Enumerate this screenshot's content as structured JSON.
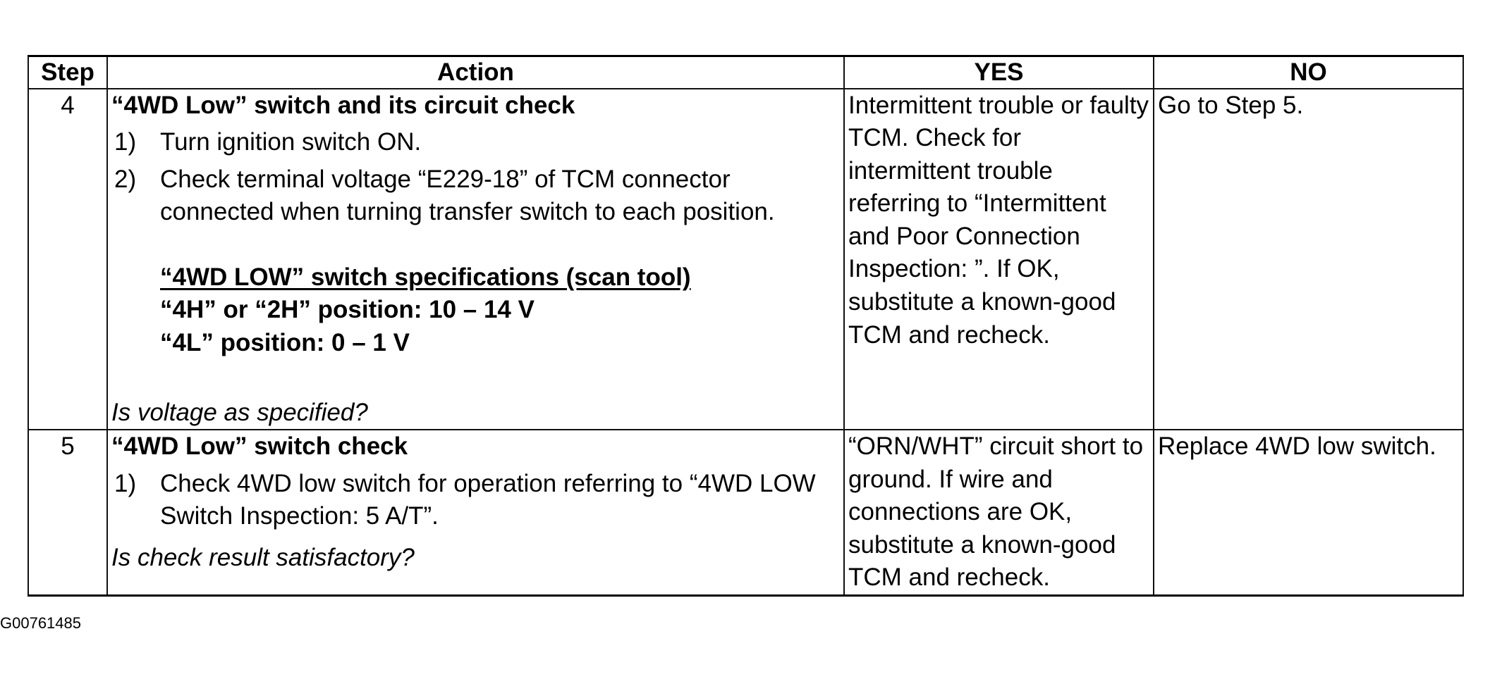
{
  "table": {
    "headers": {
      "step": "Step",
      "action": "Action",
      "yes": "YES",
      "no": "NO"
    },
    "rows": [
      {
        "step": "4",
        "title": "“4WD Low” switch and its circuit check",
        "substeps": [
          {
            "num": "1)",
            "text": "Turn ignition switch ON."
          },
          {
            "num": "2)",
            "text": "Check terminal voltage “E229-18” of TCM connector connected when turning transfer switch to each position."
          }
        ],
        "spec": {
          "title": "“4WD LOW” switch specifications (scan tool)",
          "line1": "“4H” or “2H” position: 10 – 14 V",
          "line2": "“4L” position: 0 – 1 V"
        },
        "question": "Is voltage as specified?",
        "yes": "Intermittent trouble or faulty TCM. Check for intermittent trouble referring to “Intermittent and Poor Connection Inspection: ”. If OK, substitute a known-good TCM and recheck.",
        "no": "Go to Step 5."
      },
      {
        "step": "5",
        "title": "“4WD Low” switch check",
        "substeps": [
          {
            "num": "1)",
            "text": "Check 4WD low switch for operation referring to “4WD LOW Switch Inspection: 5 A/T”."
          }
        ],
        "question": "Is check result satisfactory?",
        "yes": "“ORN/WHT” circuit short to ground. If wire and connections are OK, substitute a known-good TCM and recheck.",
        "no": "Replace 4WD low switch."
      }
    ]
  },
  "figure_id": "G00761485"
}
